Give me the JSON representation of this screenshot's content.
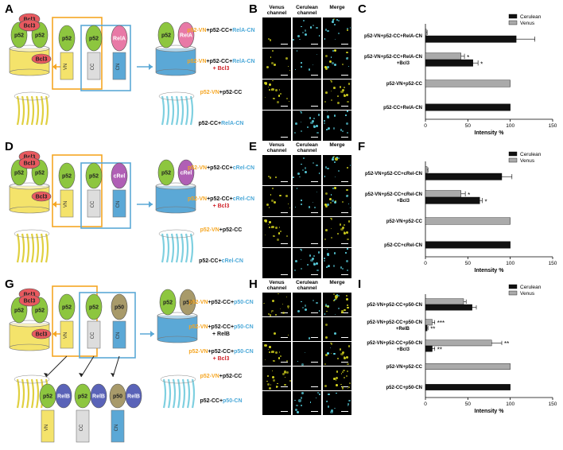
{
  "panel_letters": [
    "A",
    "B",
    "C",
    "D",
    "E",
    "F",
    "G",
    "H",
    "I"
  ],
  "proteins": {
    "bcl3": "Bcl3",
    "p52": "p52",
    "rela": "RelA",
    "crel": "cRel",
    "p50": "p50",
    "relb": "RelB",
    "vn": "VN",
    "cc": "CC",
    "cn": "CN"
  },
  "colors": {
    "green": "#8dc63f",
    "pink": "#e879a6",
    "purple": "#b05fb5",
    "olive": "#a89a6a",
    "relb_blue": "#5a63b8",
    "red_oval": "#e8595f",
    "orange": "#f5a623",
    "cyan": "#5ba8d6",
    "venus": "#e0e020",
    "cerulean": "#60e0f0",
    "bar_black": "#111111",
    "bar_gray": "#aaaaaa"
  },
  "micro_headers": {
    "venus": "Venus channel",
    "cerulean": "Cerulean channel",
    "merge": "Merge"
  },
  "row1_conditions": [
    {
      "a": "p52-VN",
      "b": "+p52-CC+",
      "c": "RelA-CN",
      "d": ""
    },
    {
      "a": "p52-VN",
      "b": "+p52-CC+",
      "c": "RelA-CN",
      "d": "+ Bcl3"
    },
    {
      "a": "p52-VN",
      "b": "+p52-CC",
      "c": "",
      "d": ""
    },
    {
      "a": "",
      "b": "p52-CC+",
      "c": "RelA-CN",
      "d": ""
    }
  ],
  "row2_conditions": [
    {
      "a": "p52-VN",
      "b": "+p52-CC+",
      "c": "cRel-CN",
      "d": ""
    },
    {
      "a": "p52-VN",
      "b": "+p52-CC+",
      "c": "cRel-CN",
      "d": "+ Bcl3"
    },
    {
      "a": "p52-VN",
      "b": "+p52-CC",
      "c": "",
      "d": ""
    },
    {
      "a": "",
      "b": "p52-CC+",
      "c": "cRel-CN",
      "d": ""
    }
  ],
  "row3_conditions": [
    {
      "a": "p52-VN",
      "b": "+p52-CC+",
      "c": "p50-CN",
      "d": ""
    },
    {
      "a": "p52-VN",
      "b": "+p52-CC+",
      "c": "p50-CN",
      "d": "+ RelB"
    },
    {
      "a": "p52-VN",
      "b": "+p52-CC+",
      "c": "p50-CN",
      "d": "+ Bcl3"
    },
    {
      "a": "p52-VN",
      "b": "+p52-CC",
      "c": "",
      "d": ""
    },
    {
      "a": "",
      "b": "p52-CC+",
      "c": "p50-CN",
      "d": ""
    }
  ],
  "chart_data": [
    {
      "type": "bar",
      "orientation": "horizontal",
      "categories": [
        "p52-VN+p52-CC+RelA-CN",
        "p52-VN+p52-CC+RelA-CN +Bcl3",
        "p52-VN+p52-CC",
        "p52-CC+RelA-CN"
      ],
      "series": [
        {
          "name": "Cerulean",
          "values": [
            107,
            56,
            null,
            100
          ],
          "errors": [
            22,
            6,
            null,
            0
          ]
        },
        {
          "name": "Venus",
          "values": [
            1,
            42,
            100,
            null
          ],
          "errors": [
            1,
            4,
            0,
            null
          ]
        }
      ],
      "annotations": [
        "*",
        "*"
      ],
      "xlabel": "Intensity %",
      "xlim": [
        0,
        150
      ],
      "xticks": [
        0,
        50,
        100,
        150
      ],
      "legend_position": "top-right"
    },
    {
      "type": "bar",
      "orientation": "horizontal",
      "categories": [
        "p52-VN+p52-CC+cRel-CN",
        "p52-VN+p52-CC+cRel-CN +Bcl3",
        "p52-VN+p52-CC",
        "p52-CC+cRel-CN"
      ],
      "series": [
        {
          "name": "Cerulean",
          "values": [
            90,
            64,
            null,
            100
          ],
          "errors": [
            12,
            3,
            null,
            0
          ]
        },
        {
          "name": "Venus",
          "values": [
            2,
            42,
            100,
            null
          ],
          "errors": [
            1,
            5,
            0,
            null
          ]
        }
      ],
      "annotations": [
        "*",
        "*"
      ],
      "xlabel": "Intensity %",
      "xlim": [
        0,
        150
      ],
      "xticks": [
        0,
        50,
        100,
        150
      ],
      "legend_position": "top-right"
    },
    {
      "type": "bar",
      "orientation": "horizontal",
      "categories": [
        "p52-VN+p52-CC+p50-CN",
        "p52-VN+p52-CC+p50-CN +RelB",
        "p52-VN+p52-CC+p50-CN +Bcl3",
        "p52-VN+p52-CC",
        "p52-CC+p50-CN"
      ],
      "series": [
        {
          "name": "Cerulean",
          "values": [
            55,
            2,
            8,
            null,
            100
          ],
          "errors": [
            5,
            1,
            3,
            null,
            0
          ]
        },
        {
          "name": "Venus",
          "values": [
            45,
            8,
            78,
            100,
            null
          ],
          "errors": [
            3,
            3,
            12,
            0,
            null
          ]
        }
      ],
      "annotations": [
        "***",
        "**",
        "**",
        "**"
      ],
      "xlabel": "Intensity %",
      "xlim": [
        0,
        150
      ],
      "xticks": [
        0,
        50,
        100,
        150
      ],
      "legend_position": "top-right"
    }
  ]
}
